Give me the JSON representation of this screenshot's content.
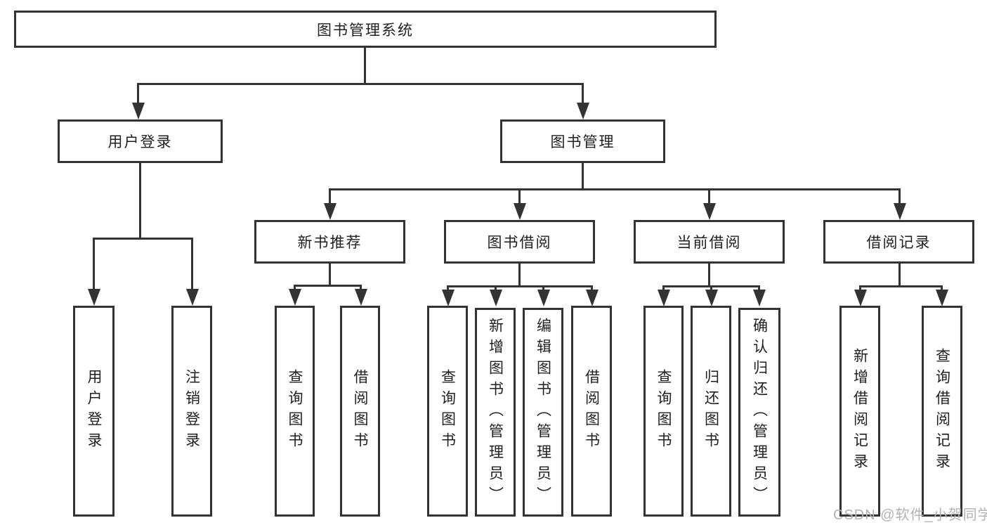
{
  "diagram": {
    "title": "图书管理系统",
    "branches": [
      {
        "label": "用户登录",
        "children": [
          {
            "label": "用户登录"
          },
          {
            "label": "注销登录"
          }
        ]
      },
      {
        "label": "图书管理",
        "children": [
          {
            "label": "新书推荐",
            "children": [
              {
                "label": "查询图书"
              },
              {
                "label": "借阅图书"
              }
            ]
          },
          {
            "label": "图书借阅",
            "children": [
              {
                "label": "查询图书"
              },
              {
                "label": "新增图书（管理员）"
              },
              {
                "label": "编辑图书（管理员）"
              },
              {
                "label": "借阅图书"
              }
            ]
          },
          {
            "label": "当前借阅",
            "children": [
              {
                "label": "查询图书"
              },
              {
                "label": "归还图书"
              },
              {
                "label": "确认归还（管理员）"
              }
            ]
          },
          {
            "label": "借阅记录",
            "children": [
              {
                "label": "新增借阅记录"
              },
              {
                "label": "查询借阅记录"
              }
            ]
          }
        ]
      }
    ]
  },
  "watermark": {
    "text": "CSDN @软件_小贺同学"
  },
  "colors": {
    "line": "#333333",
    "text": "#1f1f1f",
    "watermark": "#b2b2b2",
    "background": "#ffffff"
  }
}
